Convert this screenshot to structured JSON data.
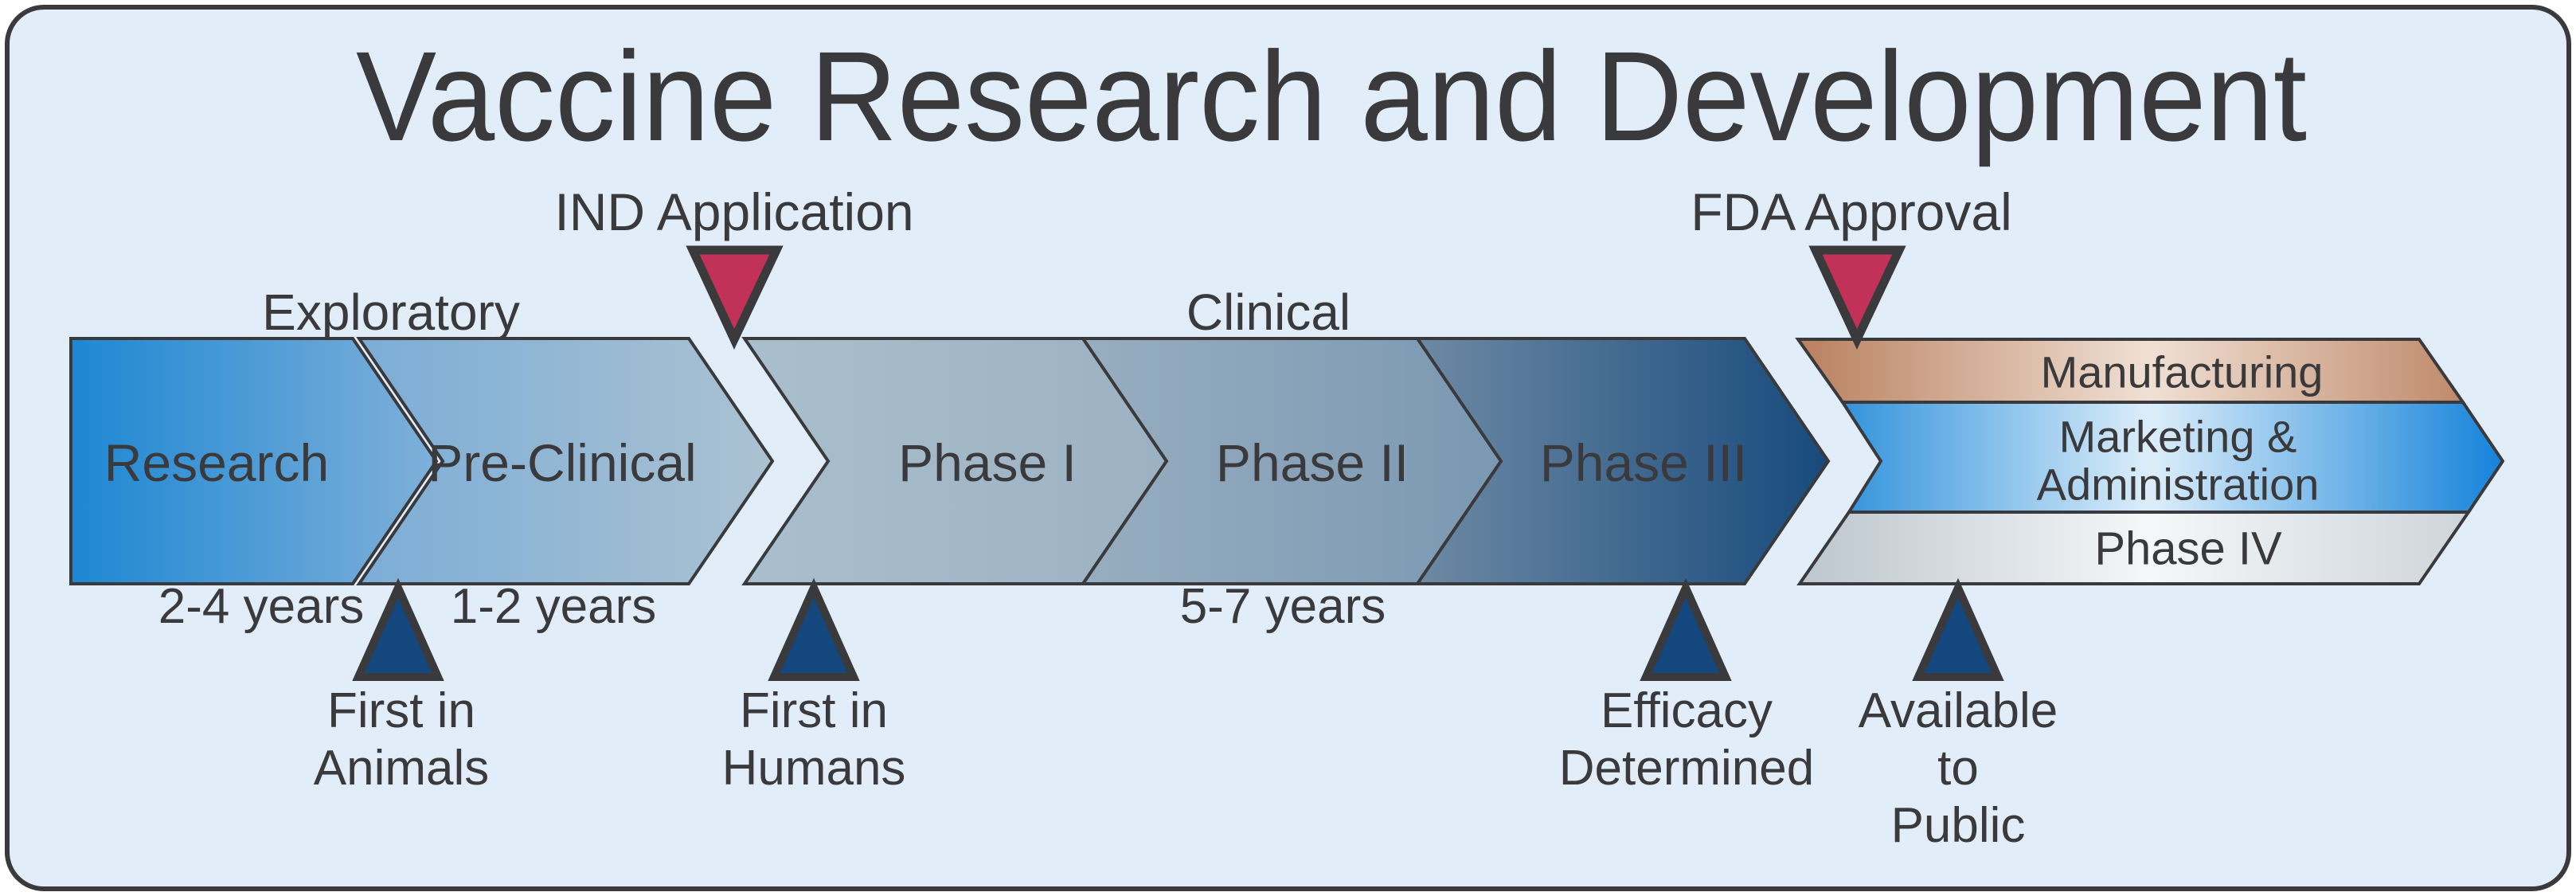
{
  "title": "Vaccine Research and Development",
  "stage_groups": {
    "exploratory": "Exploratory",
    "clinical": "Clinical"
  },
  "phases": {
    "research": {
      "label": "Research",
      "duration": "2-4 years"
    },
    "preclinical": {
      "label": "Pre-Clinical",
      "duration": "1-2 years"
    },
    "phase1": {
      "label": "Phase I"
    },
    "phase2": {
      "label": "Phase II",
      "duration": "5-7 years"
    },
    "phase3": {
      "label": "Phase III"
    },
    "manufacturing": {
      "label": "Manufacturing"
    },
    "marketing": {
      "label_line1": "Marketing &",
      "label_line2": "Administration"
    },
    "phase4": {
      "label": "Phase IV"
    }
  },
  "milestones": {
    "ind_application": {
      "label": "IND Application"
    },
    "fda_approval": {
      "label": "FDA Approval"
    },
    "first_in_animals": {
      "line1": "First in",
      "line2": "Animals"
    },
    "first_in_humans": {
      "line1": "First in",
      "line2": "Humans"
    },
    "efficacy": {
      "line1": "Efficacy",
      "line2": "Determined"
    },
    "available": {
      "line1": "Available",
      "line2": "to",
      "line3": "Public"
    }
  },
  "colors": {
    "page_background": "#ffffff",
    "panel_background": "#e1eef9",
    "outline": "#3a3a3c",
    "text": "#3a3a3c",
    "marker_red": "#c23158",
    "marker_navy": "#14477d",
    "research_blue_start": "#1d87d3",
    "research_blue_end": "#7fb0d9",
    "preclinical_end": "#abc2d1",
    "phase3_navy_end": "#174a7c",
    "manufacturing_tan": "#ba8160",
    "marketing_blue": "#1b87d6",
    "phase4_gray": "#c3ccd3"
  }
}
